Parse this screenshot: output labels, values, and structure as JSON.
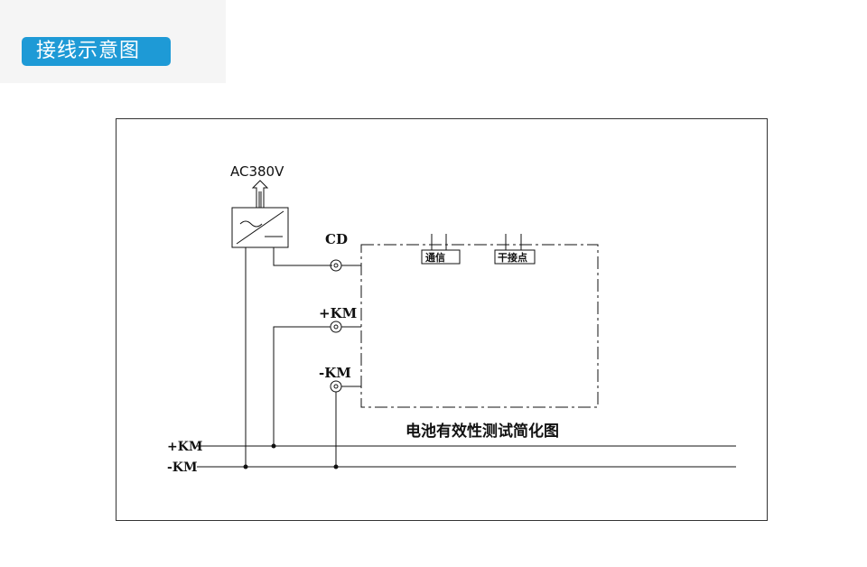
{
  "header": {
    "title": "接线示意图"
  },
  "diagram": {
    "ac_label": "AC380V",
    "cd_label": "CD",
    "pkm_label": "+KM",
    "nkm_label": "-KM",
    "comm_label": "通信",
    "dry_contact_label": "干接点",
    "caption": "电池有效性测试简化图",
    "bus_pkm_label": "+KM",
    "bus_nkm_label": "-KM"
  },
  "colors": {
    "badge": "#1e9ad6",
    "ink": "#111111"
  }
}
